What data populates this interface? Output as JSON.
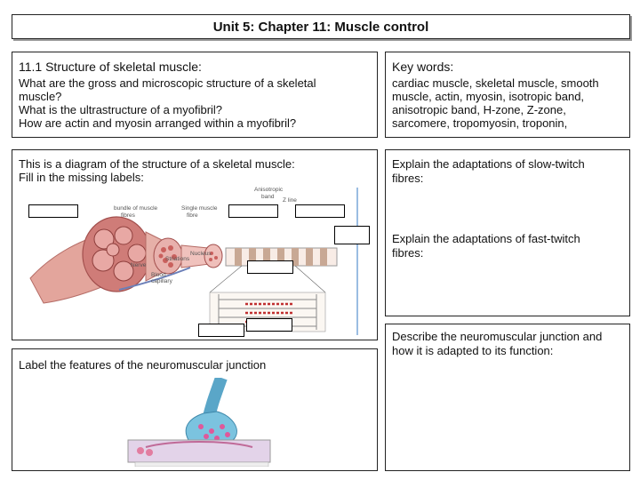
{
  "title": "Unit 5: Chapter 11: Muscle control",
  "structure_box": {
    "heading": "11.1 Structure of skeletal muscle:",
    "questions": [
      "What are the gross and microscopic structure of a skeletal",
      "muscle?",
      "What is the ultrastructure of a myofibril?",
      "How are actin and myosin arranged within a myofibril?"
    ]
  },
  "keywords_box": {
    "heading": "Key words:",
    "lines": [
      "cardiac muscle, skeletal muscle, smooth",
      "muscle, actin, myosin, isotropic band,",
      "anisotropic band, H-zone, Z-zone,",
      "sarcomere, tropomyosin, troponin,"
    ]
  },
  "diagram_box": {
    "line1": "This is a diagram of the structure of a skeletal muscle:",
    "line2": "Fill in the missing labels:",
    "labels": {
      "bundle": "bundle of muscle",
      "bundle2": "fibres",
      "single": "Single muscle",
      "single2": "fibre",
      "anisotropic": "Anisotropic",
      "anisotropic2": "band",
      "zline": "Z line",
      "nerve": "Nerve",
      "striations": "Striations",
      "nucleus": "Nucleus",
      "blood": "Blood",
      "blood2": "capillary"
    }
  },
  "slow_box": {
    "lines": [
      "Explain the adaptations of slow-twitch",
      "fibres:"
    ]
  },
  "fast_box": {
    "lines": [
      "Explain the adaptations of fast-twitch",
      "fibres:"
    ]
  },
  "nmj_box": {
    "text": "Label the features of the neuromuscular junction"
  },
  "describe_box": {
    "lines": [
      "Describe the neuromuscular junction and",
      "how it is adapted to its function:"
    ]
  }
}
